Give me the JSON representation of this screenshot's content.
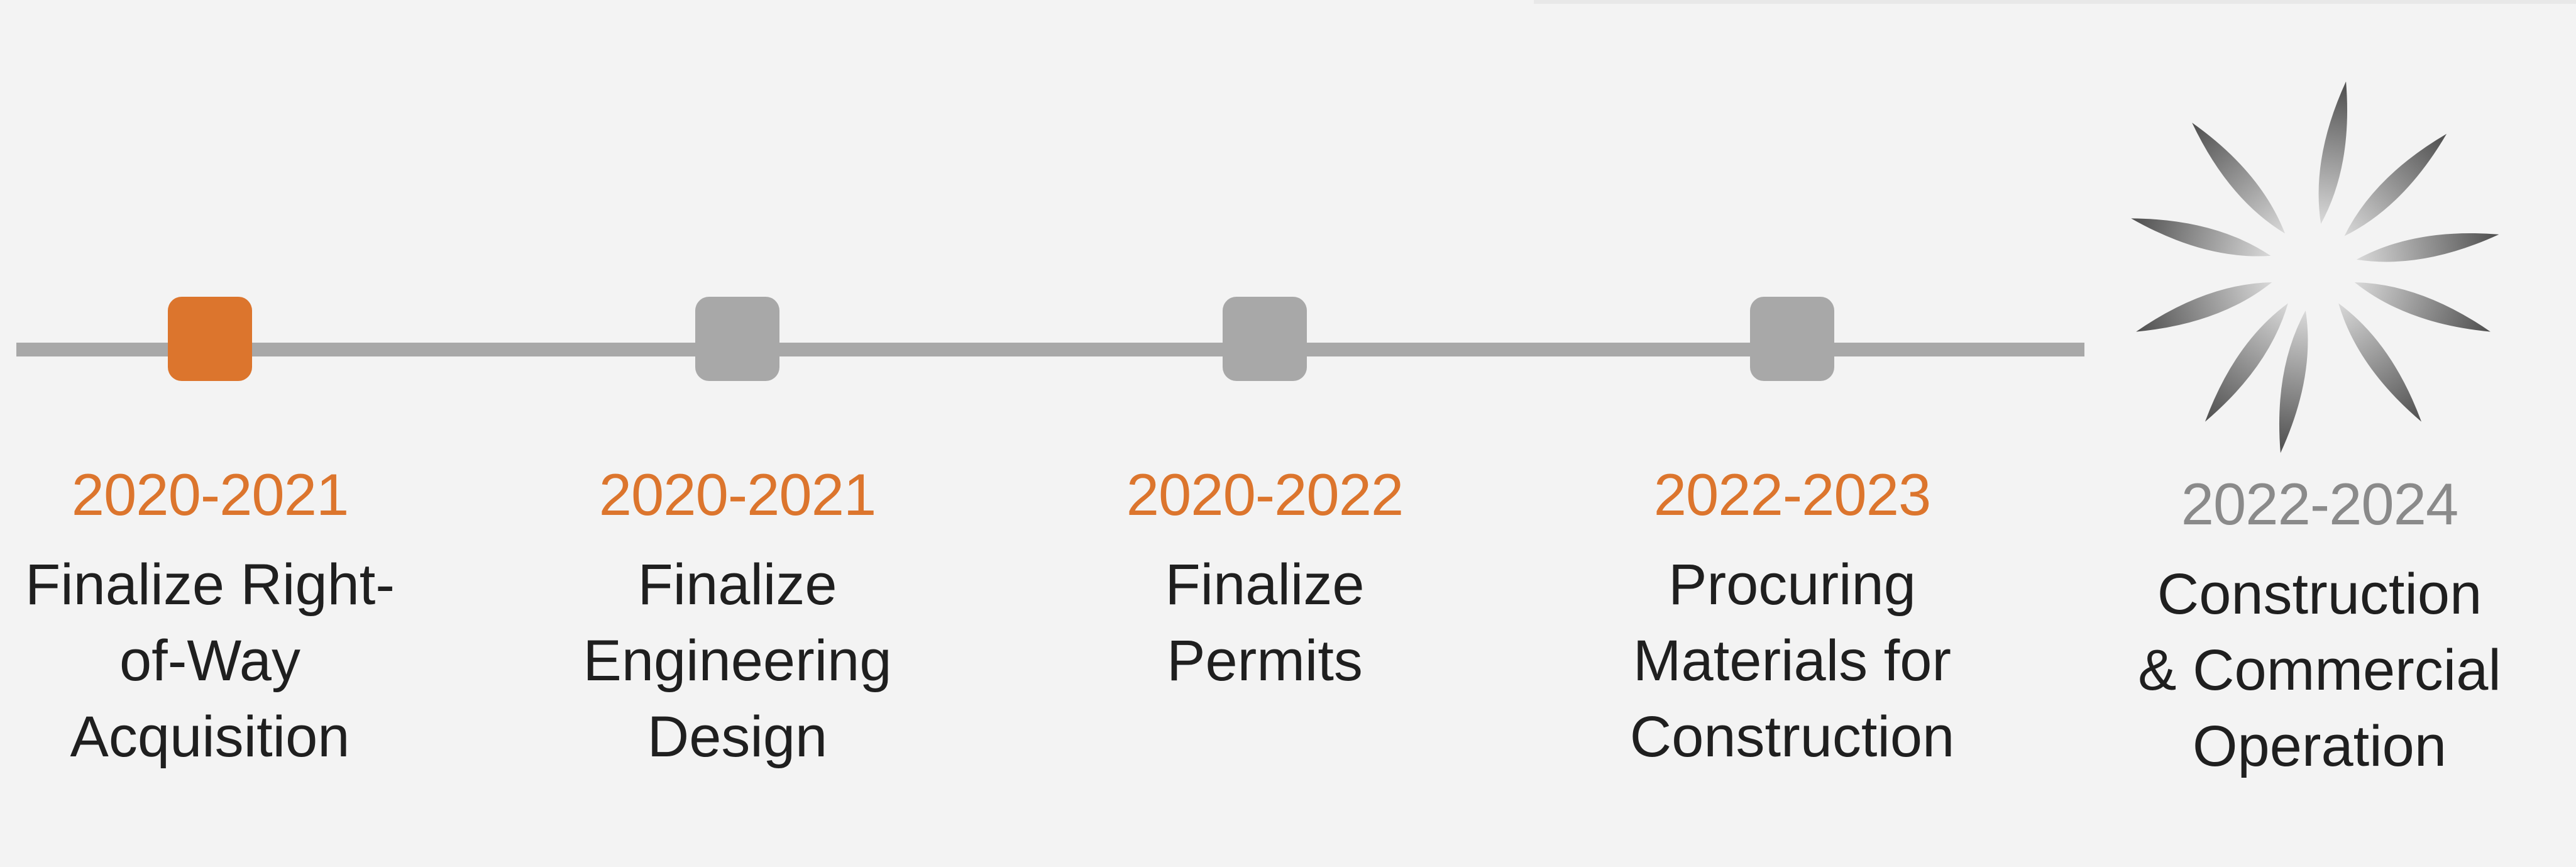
{
  "timeline": {
    "milestones": [
      {
        "date": "2020-2021",
        "label_lines": [
          "Finalize Right-",
          "of-Way",
          "Acquisition"
        ],
        "status": "active"
      },
      {
        "date": "2020-2021",
        "label_lines": [
          "Finalize",
          "Engineering",
          "Design"
        ],
        "status": "pending"
      },
      {
        "date": "2020-2022",
        "label_lines": [
          "Finalize",
          "Permits"
        ],
        "status": "pending"
      },
      {
        "date": "2022-2023",
        "label_lines": [
          "Procuring",
          "Materials for",
          "Construction"
        ],
        "status": "pending"
      },
      {
        "date": "2022-2024",
        "label_lines": [
          "Construction",
          "& Commercial",
          "Operation"
        ],
        "status": "final"
      }
    ]
  },
  "colors": {
    "background": "#f3f3f3",
    "accent": "#dc752d",
    "line": "#a8a8a8",
    "text": "#1f1f1f",
    "final_date": "#8a8a8a"
  },
  "icons": {
    "final_marker": "starburst-icon"
  }
}
